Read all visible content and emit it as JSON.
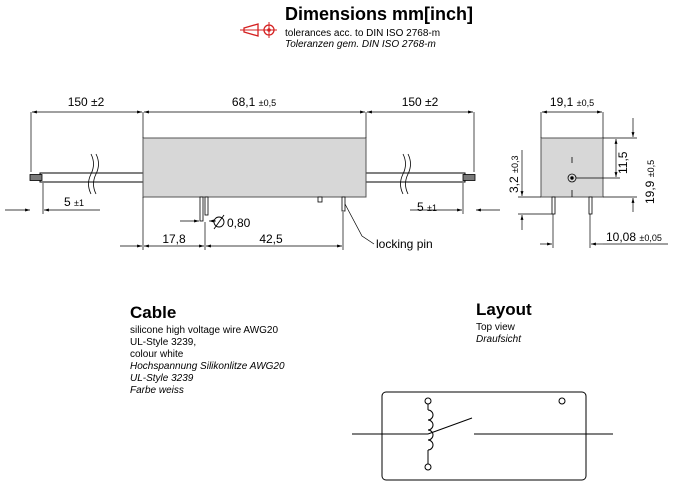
{
  "header": {
    "title": "Dimensions mm[inch]",
    "line1": "tolerances acc. to DIN ISO 2768-m",
    "line2": "Toleranzen gem. DIN ISO 2768-m"
  },
  "dims": {
    "lead_left": "150 ±2",
    "body_len_val": "68,1",
    "body_len_tol": "±0,5",
    "lead_right": "150 ±2",
    "strip_left_val": "5",
    "strip_left_tol": "±1",
    "strip_right_val": "5",
    "strip_right_tol": "±1",
    "pin_diam": "0,80",
    "pin_offset": "17,8",
    "pin_spacing": "42,5",
    "locking_pin": "locking pin",
    "width_val": "19,1",
    "width_tol": "±0,5",
    "pin_height_val": "3,2",
    "pin_height_tol": "±0,3",
    "center_height": "11,5",
    "height_val": "19,9",
    "height_tol": "±0,5",
    "pin_pitch_val": "10,08",
    "pin_pitch_tol": "±0,05"
  },
  "cable": {
    "heading": "Cable",
    "lines": [
      "silicone high voltage wire AWG20",
      "UL-Style 3239,",
      "colour white"
    ],
    "lines_de": [
      "Hochspannung Silikonlitze AWG20",
      "UL-Style 3239",
      "Farbe weiss"
    ]
  },
  "layout": {
    "heading": "Layout",
    "line1": "Top view",
    "line2": "Draufsicht"
  }
}
